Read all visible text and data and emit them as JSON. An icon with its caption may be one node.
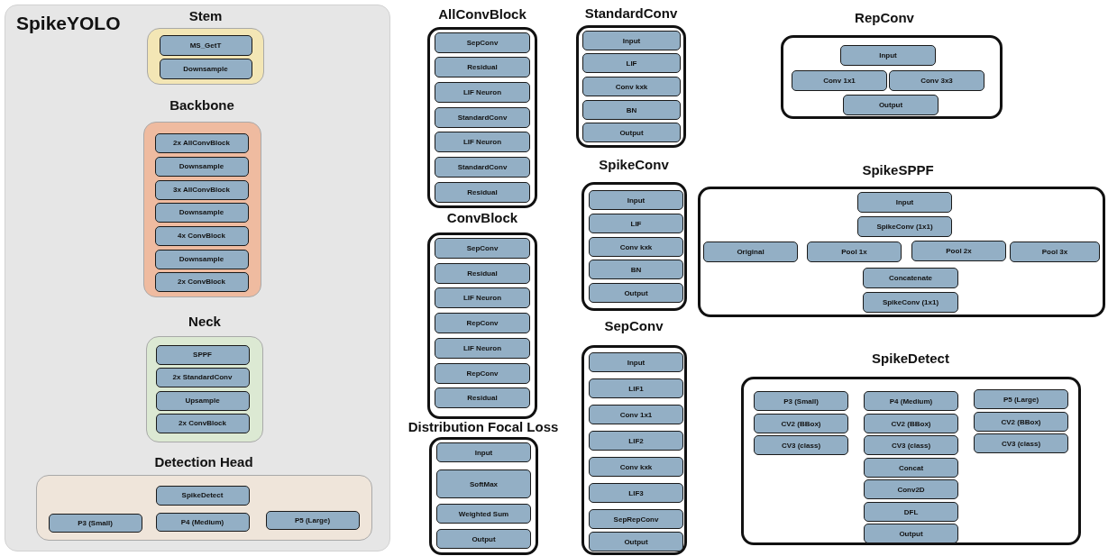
{
  "diagram": {
    "nodes": [
      {
        "text": [
          "SpikeYOLO"
        ]
      },
      {
        "text": [
          "Stem"
        ],
        "in": 0
      },
      {
        "text": [
          "MS_GetT"
        ],
        "in": 1
      },
      {
        "text": [
          "Downsample"
        ],
        "in": 1
      },
      {
        "text": [
          "Backbone"
        ],
        "in": 0
      },
      {
        "text": [
          "2x AllConvBlock"
        ],
        "in": 4
      },
      {
        "text": [
          "Downsample"
        ],
        "in": 4
      },
      {
        "text": [
          "3x AllConvBlock"
        ],
        "in": 4
      },
      {
        "text": [
          "Downsample"
        ],
        "in": 4
      },
      {
        "text": [
          "4x ConvBlock"
        ],
        "in": 4
      },
      {
        "text": [
          "Downsample"
        ],
        "in": 4
      },
      {
        "text": [
          "2x ConvBlock"
        ],
        "in": 4
      },
      {
        "text": [
          "Neck"
        ],
        "in": 0
      },
      {
        "text": [
          "SPPF"
        ],
        "in": 12
      },
      {
        "text": [
          "2x StandardConv"
        ],
        "in": 12
      },
      {
        "text": [
          "Upsample"
        ],
        "in": 12
      },
      {
        "text": [
          "2x ConvBlock"
        ],
        "in": 12
      },
      {
        "text": [
          "Detection Head"
        ],
        "in": 0
      },
      {
        "text": [
          "SpikeDetect"
        ],
        "in": 17
      },
      {
        "text": [
          "P3 (Small)"
        ],
        "in": 17
      },
      {
        "text": [
          "P4 (Medium)"
        ],
        "in": 17
      },
      {
        "text": [
          "P5 (Large)"
        ],
        "in": 17
      },
      {
        "text": [
          "AllConvBlock"
        ]
      },
      {
        "text": [
          "SepConv"
        ],
        "in": 22
      },
      {
        "text": [
          "Residual"
        ],
        "in": 22
      },
      {
        "text": [
          "LIF Neuron"
        ],
        "in": 22
      },
      {
        "text": [
          "StandardConv"
        ],
        "in": 22
      },
      {
        "text": [
          "LIF Neuron"
        ],
        "in": 22
      },
      {
        "text": [
          "StandardConv"
        ],
        "in": 22
      },
      {
        "text": [
          "Residual"
        ],
        "in": 22
      },
      {
        "text": [
          "ConvBlock"
        ]
      },
      {
        "text": [
          "SepConv"
        ],
        "in": 30
      },
      {
        "text": [
          "Residual"
        ],
        "in": 30
      },
      {
        "text": [
          "LIF Neuron"
        ],
        "in": 30
      },
      {
        "text": [
          "RepConv"
        ],
        "in": 30
      },
      {
        "text": [
          "LIF Neuron"
        ],
        "in": 30
      },
      {
        "text": [
          "RepConv"
        ],
        "in": 30
      },
      {
        "text": [
          "Residual"
        ],
        "in": 30
      },
      {
        "text": [
          "Distribution Focal Loss"
        ]
      },
      {
        "text": [
          "Input"
        ],
        "in": 38
      },
      {
        "text": [
          "SoftMax"
        ],
        "in": 38
      },
      {
        "text": [
          "Weighted Sum"
        ],
        "in": 38
      },
      {
        "text": [
          "Output"
        ],
        "in": 38
      },
      {
        "text": [
          "StandardConv"
        ]
      },
      {
        "text": [
          "Input"
        ],
        "in": 43
      },
      {
        "text": [
          "LIF"
        ],
        "in": 43
      },
      {
        "text": [
          "Conv kxk"
        ],
        "in": 43
      },
      {
        "text": [
          "BN"
        ],
        "in": 43
      },
      {
        "text": [
          "Output"
        ],
        "in": 43
      },
      {
        "text": [
          "SpikeConv"
        ]
      },
      {
        "text": [
          "Input"
        ],
        "in": 49
      },
      {
        "text": [
          "LIF"
        ],
        "in": 49
      },
      {
        "text": [
          "Conv kxk"
        ],
        "in": 49
      },
      {
        "text": [
          "BN"
        ],
        "in": 49
      },
      {
        "text": [
          "Output"
        ],
        "in": 49
      },
      {
        "text": [
          "SepConv"
        ]
      },
      {
        "text": [
          "Input"
        ],
        "in": 55
      },
      {
        "text": [
          "LIF1"
        ],
        "in": 55
      },
      {
        "text": [
          "Conv 1x1"
        ],
        "in": 55
      },
      {
        "text": [
          "LIF2"
        ],
        "in": 55
      },
      {
        "text": [
          "Conv kxk"
        ],
        "in": 55
      },
      {
        "text": [
          "LIF3"
        ],
        "in": 55
      },
      {
        "text": [
          "SepRepConv"
        ],
        "in": 55
      },
      {
        "text": [
          "Output"
        ],
        "in": 55
      },
      {
        "text": [
          "RepConv"
        ]
      },
      {
        "text": [
          "Input"
        ],
        "in": 64
      },
      {
        "text": [
          "Conv 1x1"
        ],
        "in": 64
      },
      {
        "text": [
          "Conv 3x3"
        ],
        "in": 64
      },
      {
        "text": [
          "Output"
        ],
        "in": 64
      },
      {
        "text": [
          "SpikeSPPF"
        ]
      },
      {
        "text": [
          "Input"
        ],
        "in": 69
      },
      {
        "text": [
          "SpikeConv (1x1)"
        ],
        "in": 69
      },
      {
        "text": [
          "Original"
        ],
        "in": 69
      },
      {
        "text": [
          "Pool 1x"
        ],
        "in": 69
      },
      {
        "text": [
          "Pool 2x"
        ],
        "in": 69
      },
      {
        "text": [
          "Pool 3x"
        ],
        "in": 69
      },
      {
        "text": [
          "Concatenate"
        ],
        "in": 69
      },
      {
        "text": [
          "SpikeConv (1x1)"
        ],
        "in": 69
      },
      {
        "text": [
          "SpikeDetect"
        ]
      },
      {
        "text": [
          "P3 (Small)"
        ],
        "in": 78
      },
      {
        "text": [
          "CV2 (BBox)"
        ],
        "in": 78
      },
      {
        "text": [
          "CV3 (class)"
        ],
        "in": 78
      },
      {
        "text": [
          "P4 (Medium)"
        ],
        "in": 78
      },
      {
        "text": [
          "CV2 (BBox)"
        ],
        "in": 78
      },
      {
        "text": [
          "CV3 (class)"
        ],
        "in": 78
      },
      {
        "text": [
          "Concat"
        ],
        "in": 78
      },
      {
        "text": [
          "Conv2D"
        ],
        "in": 78
      },
      {
        "text": [
          "DFL"
        ],
        "in": 78
      },
      {
        "text": [
          "Output"
        ],
        "in": 78
      },
      {
        "text": [
          "P5 (Large)"
        ],
        "in": 78
      },
      {
        "text": [
          "CV2 (BBox)"
        ],
        "in": 78
      },
      {
        "text": [
          "CV3 (class)"
        ],
        "in": 78
      }
    ]
  }
}
